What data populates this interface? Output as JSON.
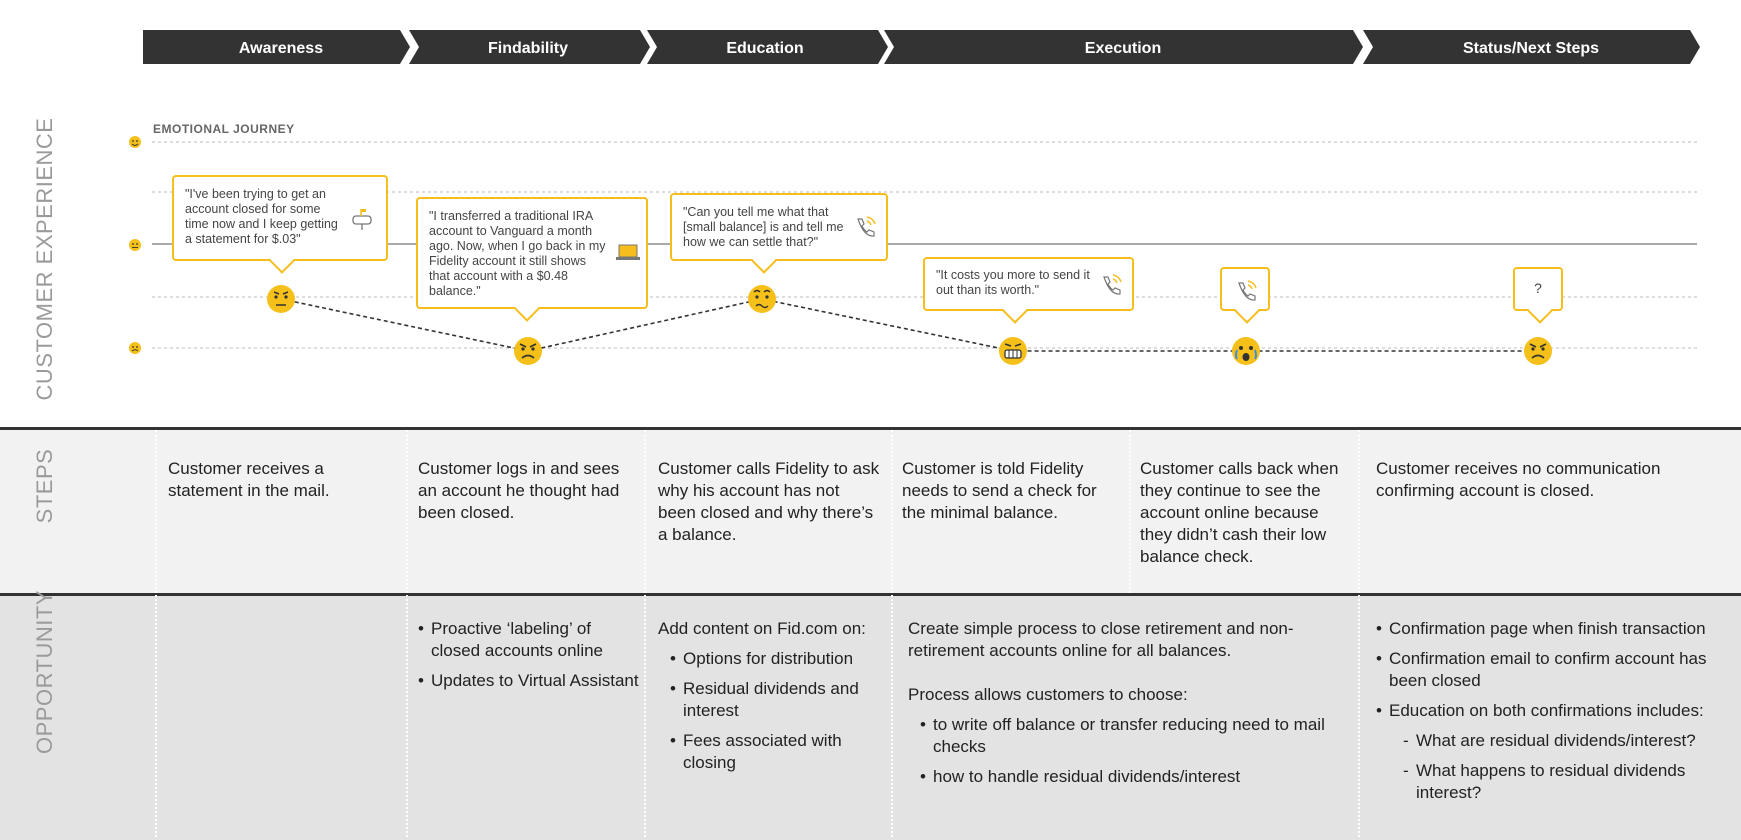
{
  "phases": [
    "Awareness",
    "Findability",
    "Education",
    "Execution",
    "Status/Next Steps"
  ],
  "emotional_label": "EMOTIONAL JOURNEY",
  "row_labels": {
    "customer_experience": "CUSTOMER EXPERIENCE",
    "steps": "STEPS",
    "opportunity": "OPPORTUNITY"
  },
  "quotes": [
    {
      "text": "\"I've been trying to get an account closed for some time now and I keep getting a statement for $.03\"",
      "icon": "mailbox-icon",
      "emotion": "frustrated"
    },
    {
      "text": "\"I transferred a traditional IRA account to Vanguard a month ago. Now, when I go back in my Fidelity account it still shows that account with a $0.48 balance.\"",
      "icon": "laptop-icon",
      "emotion": "angry"
    },
    {
      "text": "\"Can you tell me what that [small balance] is and tell me how we can settle that?\"",
      "icon": "phone-icon",
      "emotion": "confused"
    },
    {
      "text": "\"It costs you more to send it out than its worth.\"",
      "icon": "phone-icon",
      "emotion": "grimacing"
    },
    {
      "text": "",
      "icon": "phone-icon",
      "emotion": "crying"
    },
    {
      "text": "?",
      "icon": "",
      "emotion": "angry"
    }
  ],
  "steps": [
    "Customer receives a statement in the mail.",
    "Customer logs in and sees an account he thought had been closed.",
    "Customer calls Fidelity to ask why his account has not been closed and why there’s a balance.",
    "Customer is told Fidelity needs to send a check for the minimal balance.",
    "Customer calls back when they continue to see the account online because they didn’t cash their low balance check.",
    "Customer receives no communication confirming account is closed."
  ],
  "opportunities": {
    "findability": [
      "Proactive ‘labeling’ of closed accounts online",
      "Updates to Virtual Assistant"
    ],
    "education": {
      "intro": "Add content on Fid.com on:",
      "items": [
        "Options for distribution",
        "Residual dividends and interest",
        "Fees associated with closing"
      ]
    },
    "execution": {
      "intro": "Create simple process to close retirement and non-retirement accounts online for all balances.",
      "sub": "Process allows customers to choose:",
      "items": [
        "to write off balance or transfer reducing need to mail checks",
        "how to handle residual dividends/interest"
      ]
    },
    "status": {
      "items": [
        "Confirmation page when finish transaction",
        "Confirmation email to confirm account has been closed",
        "Education on both confirmations includes:"
      ],
      "subitems": [
        "What are residual dividends/interest?",
        "What happens to residual dividends interest?"
      ]
    }
  },
  "colors": {
    "accent": "#f6be1d",
    "header": "#333333",
    "face": "#f5c01a"
  }
}
